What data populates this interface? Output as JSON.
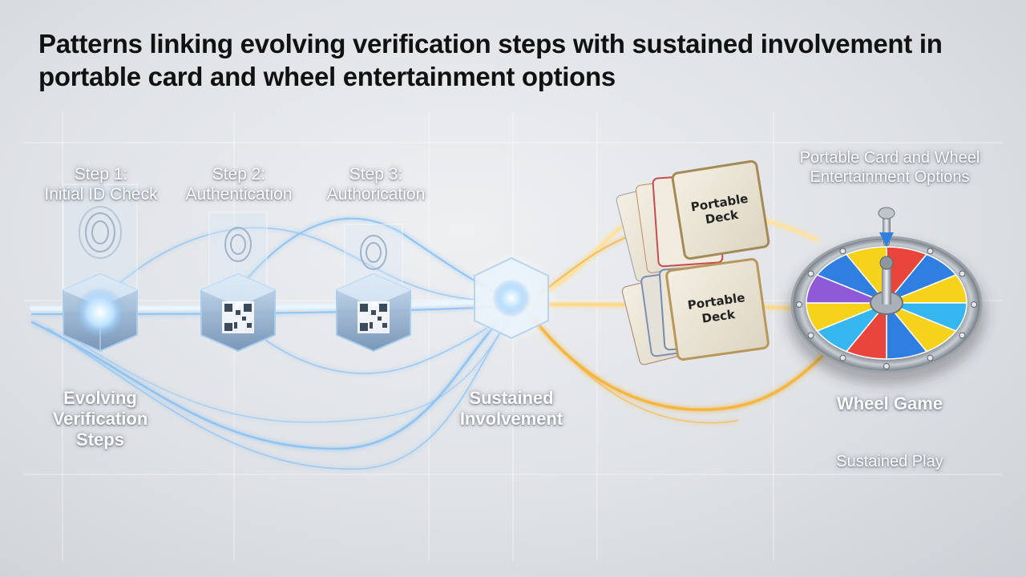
{
  "title": "Patterns linking evolving verification steps with sustained involvement in portable card and wheel entertainment options",
  "steps": [
    {
      "heading": "Step 1:",
      "text": "Initial ID Check",
      "icon": "fingerprint-icon"
    },
    {
      "heading": "Step 2:",
      "text": "Authentication",
      "icon": "qr-code-icon"
    },
    {
      "heading": "Step 3:",
      "text": "Authorication",
      "icon": "qr-code-icon"
    }
  ],
  "labels": {
    "evolving_line1": "Evolving",
    "evolving_line2": "Verification",
    "evolving_line3": "Steps",
    "sustained_line1": "Sustained",
    "sustained_line2": "Involvement",
    "portable_line1": "Portable Card and Wheel",
    "portable_line2": "Entertainment Options",
    "wheel_game": "Wheel Game",
    "sustained_play": "Sustained Play"
  },
  "decks": [
    {
      "line1": "Portable",
      "line2": "Deck"
    },
    {
      "line1": "Portable",
      "line2": "Deck"
    }
  ],
  "colors": {
    "verification_flow": "#7fb8f0",
    "entertainment_flow": "#f5b94a",
    "wheel_segments": [
      "#e8463c",
      "#f7d21c",
      "#2f7fe0",
      "#35b6f0",
      "#8e5ad8"
    ]
  }
}
